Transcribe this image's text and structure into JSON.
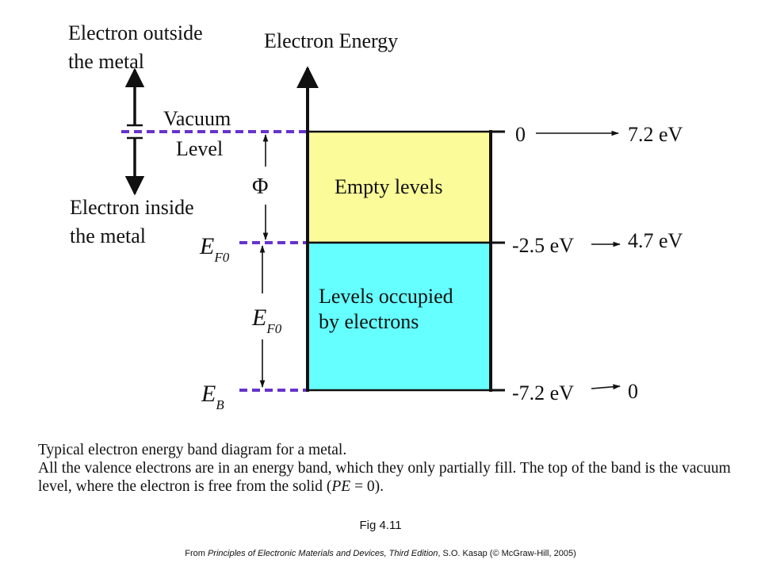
{
  "diagram": {
    "axis_label": "Electron Energy",
    "outside_label": [
      "Electron outside",
      "the metal"
    ],
    "inside_label": [
      "Electron inside",
      "the metal"
    ],
    "vacuum_label": [
      "Vacuum",
      "Level"
    ],
    "work_function_symbol": "Φ",
    "fermi_symbol": "E",
    "fermi_subscript": "F0",
    "band_bottom_symbol": "E",
    "band_bottom_subscript": "B",
    "empty_band_label": "Empty levels",
    "occupied_band_label": [
      "Levels occupied",
      "by electrons"
    ],
    "levels": [
      {
        "name": "vacuum",
        "energy_left": "0",
        "energy_right": "7.2 eV"
      },
      {
        "name": "fermi",
        "energy_left": "-2.5 eV",
        "energy_right": "4.7 eV"
      },
      {
        "name": "band-bottom",
        "energy_left": "-7.2 eV",
        "energy_right": "0"
      }
    ],
    "colors": {
      "empty_band": "#fbfb99",
      "occupied_band": "#66ffff",
      "dashed_lines": "#6633cc",
      "lines": "#111111"
    }
  },
  "caption": {
    "line1": "Typical electron energy band diagram for a metal.",
    "line2_text": "All the valence electrons are in an energy band, which they only partially fill. The top of the band is the vacuum level, where the electron is free from the solid (",
    "line2_pe": "PE",
    "line2_end": " = 0)."
  },
  "figure_label": "Fig 4.11",
  "source": {
    "prefix": "From ",
    "book": "Principles of Electronic Materials and Devices, Third Edition",
    "suffix": ", S.O. Kasap (© McGraw-Hill, 2005)"
  }
}
